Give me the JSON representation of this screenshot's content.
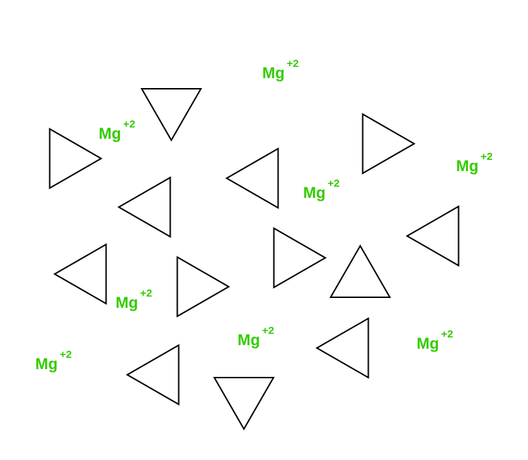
{
  "colors": {
    "background": "#ffffff",
    "ion_text": "#33cc00",
    "triangle_stroke": "#000000"
  },
  "ion": {
    "symbol": "Mg",
    "charge": "+2",
    "count": 8
  },
  "triangles": [
    {
      "orientation": "down"
    },
    {
      "orientation": "right"
    },
    {
      "orientation": "right"
    },
    {
      "orientation": "left"
    },
    {
      "orientation": "left"
    },
    {
      "orientation": "right"
    },
    {
      "orientation": "left"
    },
    {
      "orientation": "left"
    },
    {
      "orientation": "right"
    },
    {
      "orientation": "up"
    },
    {
      "orientation": "left"
    },
    {
      "orientation": "left"
    },
    {
      "orientation": "down"
    }
  ]
}
